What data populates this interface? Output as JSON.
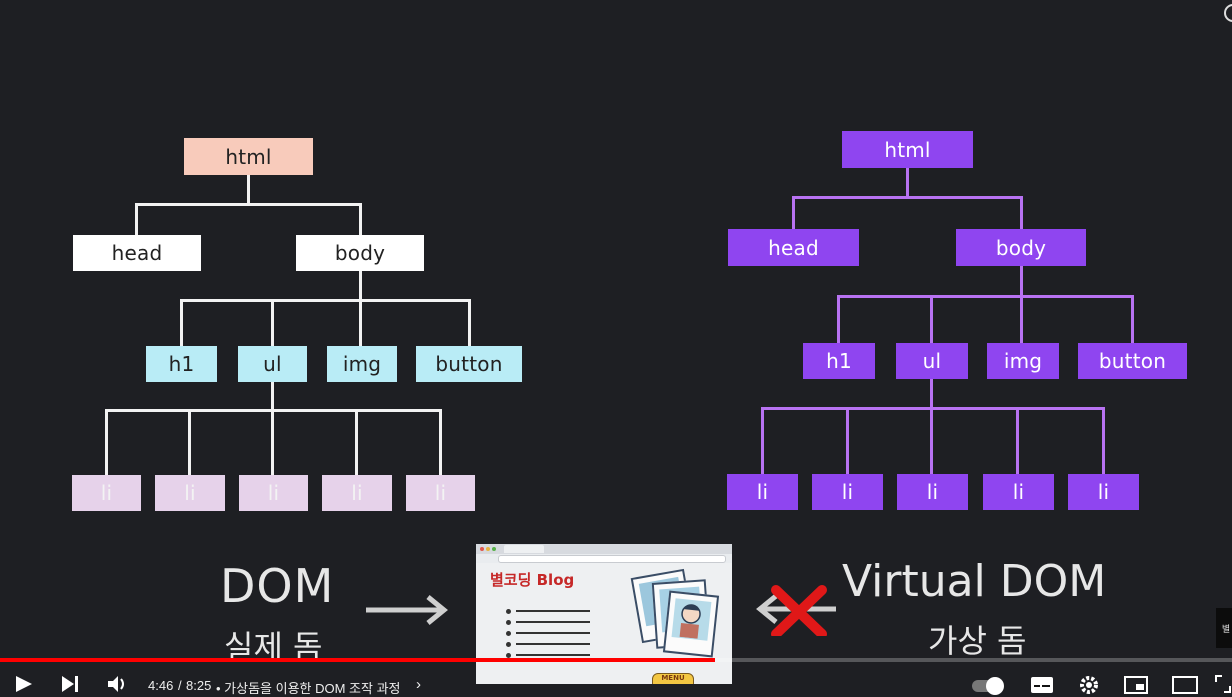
{
  "slide": {
    "real_tree": {
      "root": "html",
      "level1": [
        "head",
        "body"
      ],
      "level2": [
        "h1",
        "ul",
        "img",
        "button"
      ],
      "level3": [
        "li",
        "li",
        "li",
        "li",
        "li"
      ]
    },
    "virtual_tree": {
      "root": "html",
      "level1": [
        "head",
        "body"
      ],
      "level2": [
        "h1",
        "ul",
        "img",
        "button"
      ],
      "level3": [
        "li",
        "li",
        "li",
        "li",
        "li"
      ]
    },
    "dom_title": "DOM",
    "dom_subtitle": "실제 돔",
    "virtual_title": "Virtual DOM",
    "virtual_subtitle": "가상 돔",
    "blog_title": "별코딩 Blog",
    "menu_label": "MENU"
  },
  "player": {
    "time_current": "4:46",
    "time_total": "8:25",
    "chapter": "• 가상돔을 이용한 DOM 조작 과정",
    "progress_fraction": 0.5802,
    "progress_color": "#ff0000",
    "corner_label": "별"
  }
}
